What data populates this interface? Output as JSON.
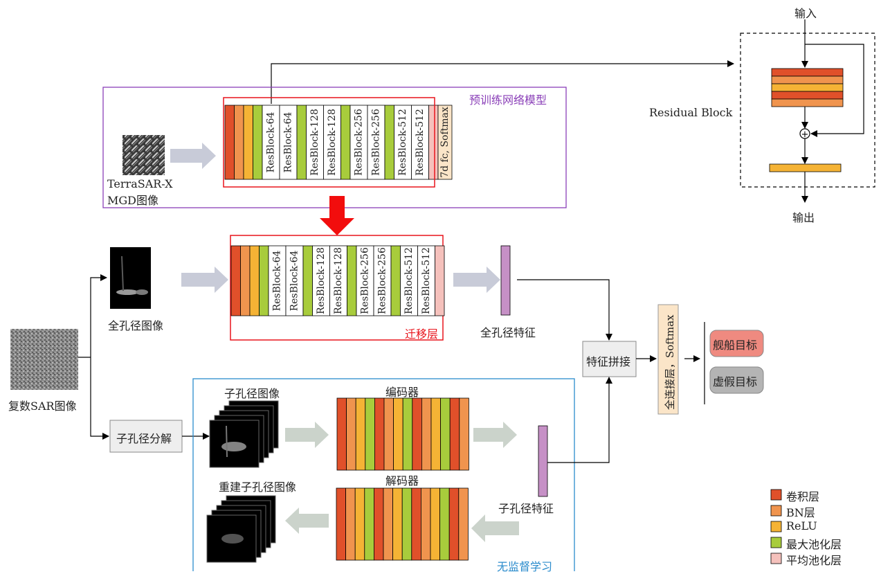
{
  "residual_block": {
    "input_label": "输入",
    "title": "Residual Block",
    "output_label": "输出",
    "plus": "+"
  },
  "pretrain": {
    "title": "预训练网络模型",
    "image_label_line1": "TerraSAR-X",
    "image_label_line2": "MGD图像",
    "blocks": [
      "ResBlock-64",
      "ResBlock-64",
      "ResBlock-128",
      "ResBlock-128",
      "ResBlock-256",
      "ResBlock-256",
      "ResBlock-512",
      "ResBlock-512"
    ],
    "fc_label": "7d fc, Softmax"
  },
  "transfer": {
    "title": "迁移层",
    "image_label": "全孔径图像",
    "blocks": [
      "ResBlock-64",
      "ResBlock-64",
      "ResBlock-128",
      "ResBlock-128",
      "ResBlock-256",
      "ResBlock-256",
      "ResBlock-512",
      "ResBlock-512"
    ],
    "feature_label": "全孔径特征"
  },
  "input": {
    "image_label": "复数SAR图像",
    "decompose_label": "子孔径分解"
  },
  "unsupervised": {
    "title": "无监督学习",
    "subaperture_label": "子孔径图像",
    "encoder_label": "编码器",
    "decoder_label": "解码器",
    "reconstruct_label": "重建子孔径图像",
    "feature_label": "子孔径特征"
  },
  "fusion": {
    "concat_label": "特征拼接",
    "fc_label": "全连接层，Softmax",
    "class1": "舰船目标",
    "class2": "虚假目标"
  },
  "legend": [
    {
      "label": "卷积层",
      "color": "#e0502a"
    },
    {
      "label": "BN层",
      "color": "#f0944e"
    },
    {
      "label": "ReLU",
      "color": "#f5b335"
    },
    {
      "label": "最大池化层",
      "color": "#a8cc3c"
    },
    {
      "label": "平均池化层",
      "color": "#f5c1bc"
    }
  ],
  "colors": {
    "conv": "#e0502a",
    "bn": "#f0944e",
    "relu": "#f5b335",
    "pool": "#a8cc3c",
    "avgpool": "#f5c1bc",
    "purple": "#8a3fb8",
    "red": "#e8131b",
    "blue": "#2a8bcc",
    "feature": "#c690c6",
    "ship": "#ef8a80",
    "false": "#b4b4b4"
  }
}
